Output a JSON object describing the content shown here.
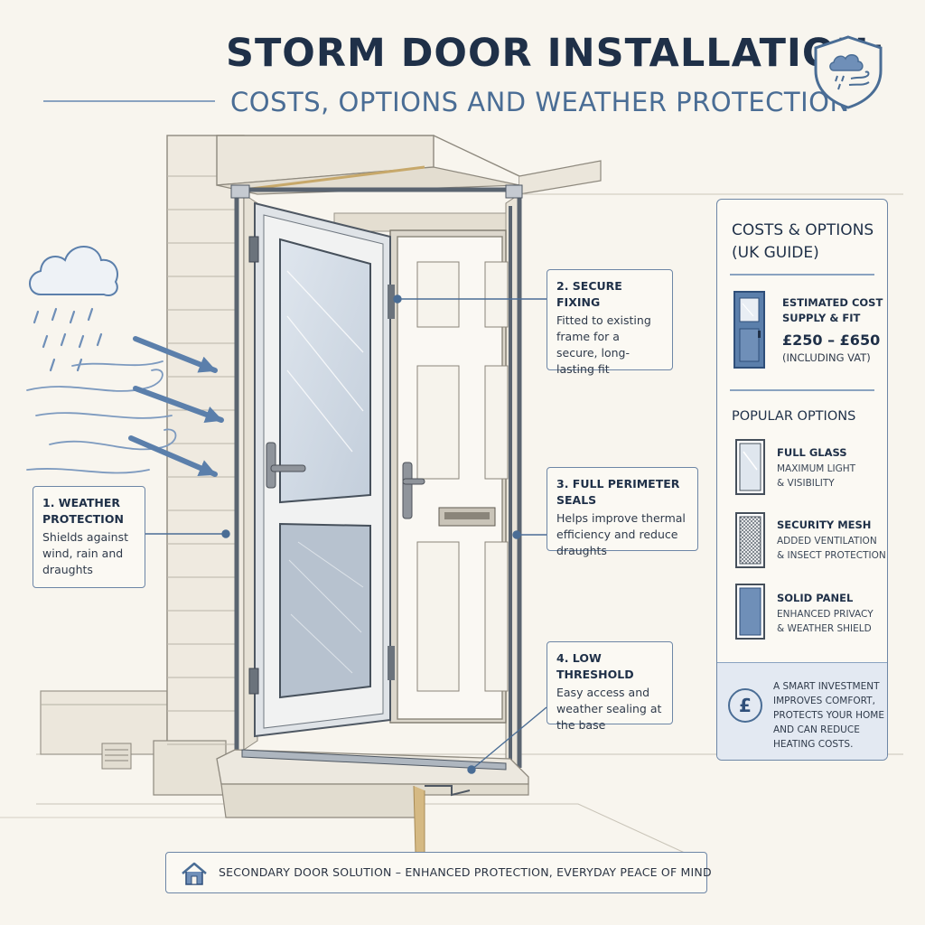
{
  "header": {
    "title": "STORM DOOR INSTALLATION:",
    "subtitle": "COSTS, OPTIONS AND WEATHER PROTECTION"
  },
  "icons": {
    "header_badge": "shield-weather-icon",
    "cost_door": "door-icon",
    "pound": "pound-sterling-icon",
    "footer": "house-icon"
  },
  "callouts": [
    {
      "title": "1. WEATHER PROTECTION",
      "text": "Shields against wind, rain and draughts"
    },
    {
      "title": "2. SECURE FIXING",
      "text": "Fitted to existing frame for a secure, long-lasting fit"
    },
    {
      "title": "3. FULL PERIMETER SEALS",
      "text": "Helps improve thermal efficiency and reduce draughts"
    },
    {
      "title": "4. LOW THRESHOLD",
      "text": "Easy access and weather sealing at the base"
    }
  ],
  "panel": {
    "title": "COSTS & OPTIONS\n(UK GUIDE)",
    "cost": {
      "label": "ESTIMATED COST\nSUPPLY & FIT",
      "price": "£250 – £650",
      "note": "(INCLUDING VAT)"
    },
    "options_heading": "POPULAR OPTIONS",
    "options": [
      {
        "name": "FULL GLASS",
        "description": "MAXIMUM LIGHT\n& VISIBILITY",
        "icon": "full-glass-icon"
      },
      {
        "name": "SECURITY MESH",
        "description": "ADDED VENTILATION\n& INSECT PROTECTION",
        "icon": "security-mesh-icon"
      },
      {
        "name": "SOLID PANEL",
        "description": "ENHANCED PRIVACY\n& WEATHER SHIELD",
        "icon": "solid-panel-icon"
      }
    ],
    "footer_text": "A SMART INVESTMENT\nIMPROVES COMFORT,\nPROTECTS YOUR HOME\nAND CAN REDUCE\nHEATING COSTS.",
    "pound_symbol": "£"
  },
  "banner": {
    "text": "SECONDARY DOOR SOLUTION – ENHANCED PROTECTION, EVERYDAY PEACE OF MIND"
  },
  "colors": {
    "ink": "#1f3048",
    "accent": "#4a6d95",
    "background": "#f8f5ee",
    "glass": "#c9d3df"
  }
}
